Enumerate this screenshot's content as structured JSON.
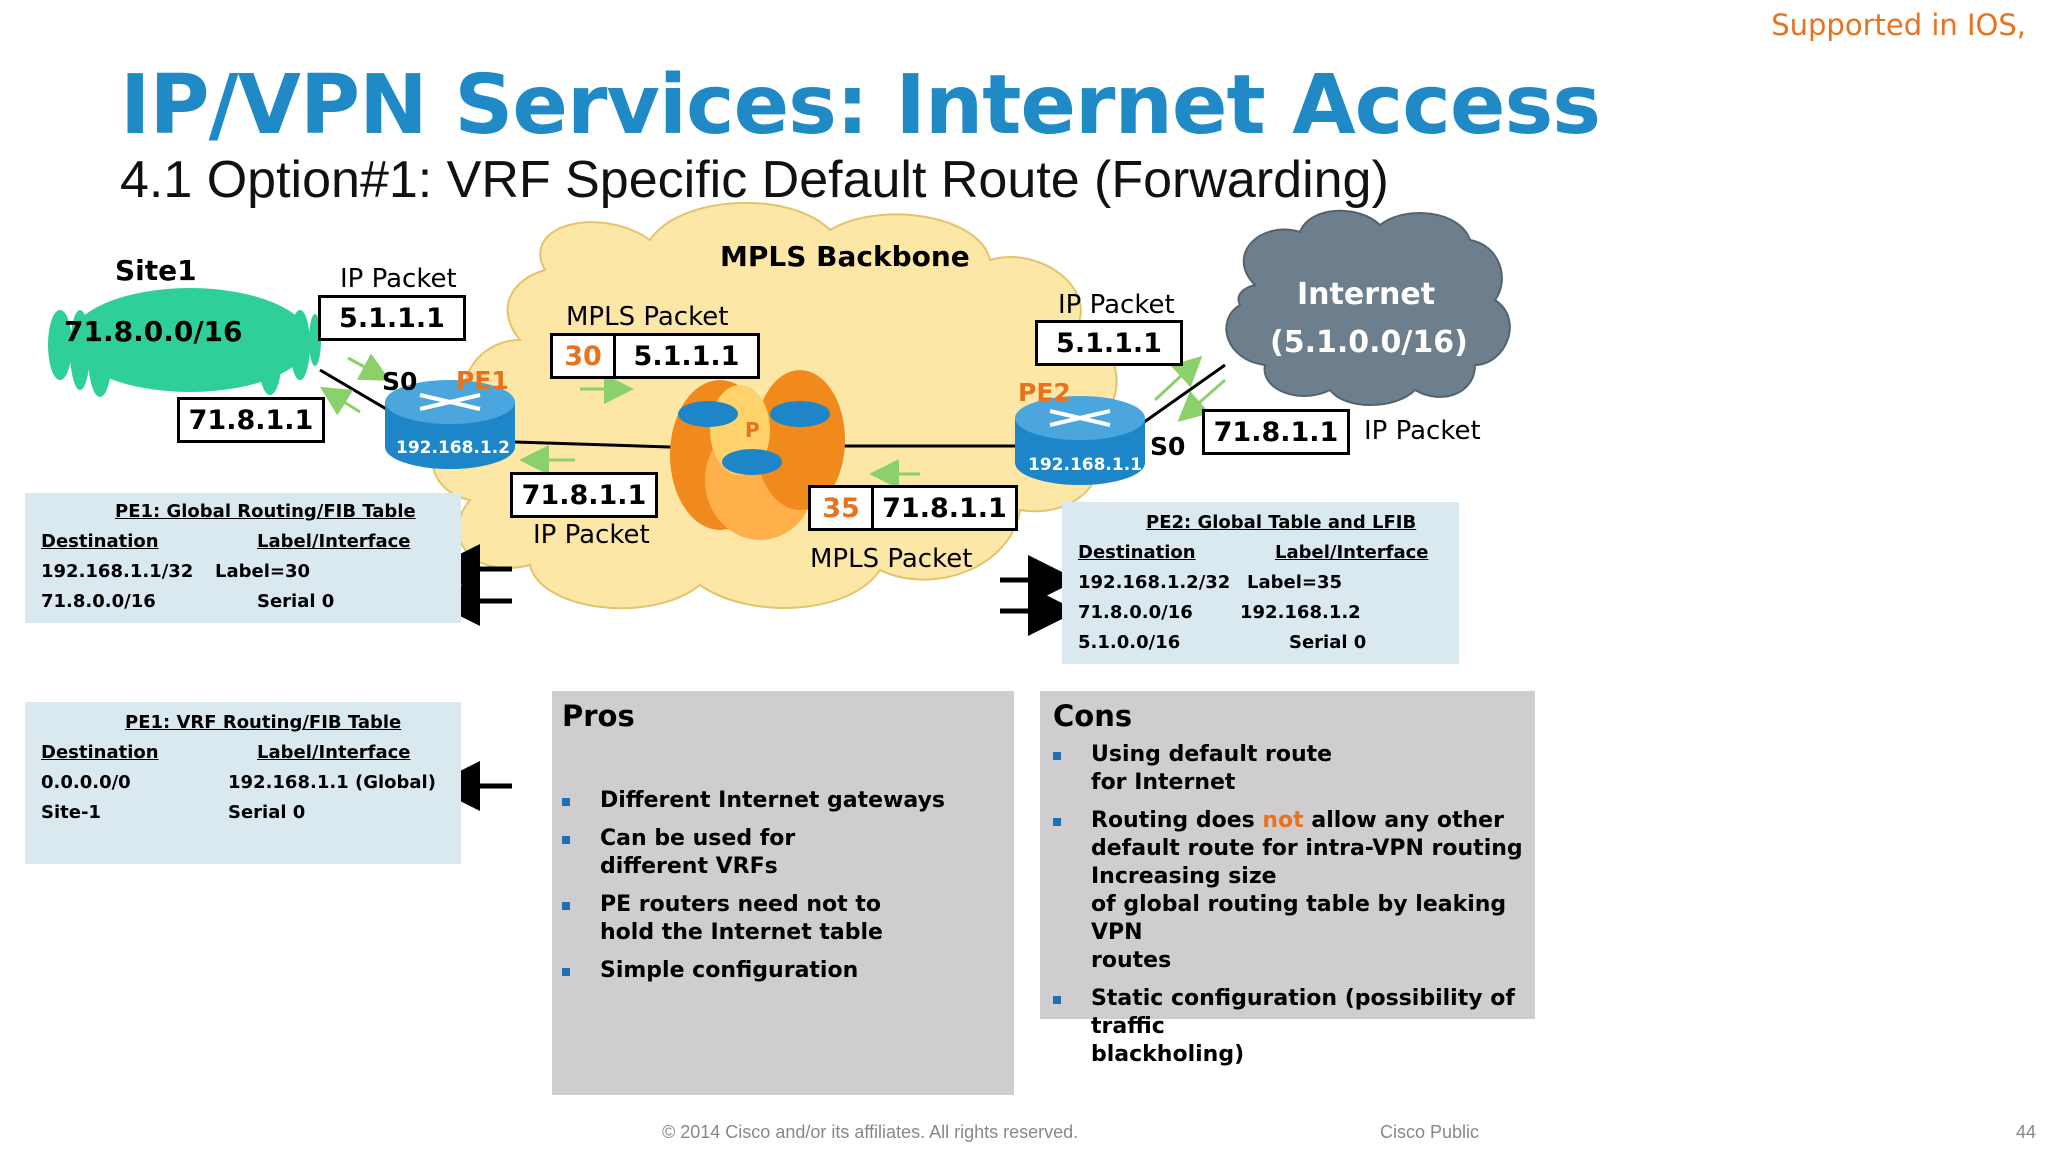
{
  "header": {
    "title": "IP/VPN Services: Internet Access",
    "subtitle": "4.1 Option#1: VRF Specific Default Route (Forwarding)",
    "supported_note": "Supported in IOS,"
  },
  "diagram": {
    "site1": {
      "label": "Site1",
      "network": "71.8.0.0/16",
      "host": "71.8.1.1"
    },
    "mpls_backbone": {
      "label": "MPLS Backbone"
    },
    "internet": {
      "label": "Internet",
      "network": "(5.1.0.0/16)"
    },
    "pe1": {
      "label": "PE1",
      "ip": "192.168.1.2",
      "interface": "S0"
    },
    "pe2": {
      "label": "PE2",
      "ip": "192.168.1.1",
      "interface": "S0"
    },
    "p_router": {
      "label": "P"
    },
    "packets": {
      "site1_ip_packet": {
        "caption": "IP Packet",
        "value": "5.1.1.1"
      },
      "pe1_mpls_packet": {
        "caption": "MPLS Packet",
        "label": "30",
        "value": "5.1.1.1"
      },
      "pe2_ip_packet": {
        "caption": "IP Packet",
        "value": "5.1.1.1"
      },
      "internet_return_packet": {
        "caption": "IP Packet",
        "value": "71.8.1.1"
      },
      "mpls_return_packet": {
        "caption": "MPLS Packet",
        "label": "35",
        "value": "71.8.1.1"
      },
      "pe1_return_packet": {
        "caption": "IP Packet",
        "value": "71.8.1.1"
      }
    }
  },
  "tables": {
    "pe1_global": {
      "title": "PE1: Global Routing/FIB Table",
      "headers": [
        "Destination",
        "Label/Interface"
      ],
      "rows": [
        [
          "192.168.1.1/32",
          "Label=30"
        ],
        [
          "71.8.0.0/16",
          "Serial 0"
        ]
      ]
    },
    "pe1_vrf": {
      "title": "PE1: VRF Routing/FIB Table",
      "headers": [
        "Destination",
        "Label/Interface"
      ],
      "rows": [
        [
          "0.0.0.0/0",
          "192.168.1.1 (Global)"
        ],
        [
          "Site-1",
          "Serial 0"
        ]
      ]
    },
    "pe2_global": {
      "title": "PE2: Global Table and LFIB",
      "headers": [
        "Destination",
        "Label/Interface"
      ],
      "rows": [
        [
          "192.168.1.2/32",
          "Label=35"
        ],
        [
          "71.8.0.0/16",
          "192.168.1.2"
        ],
        [
          "5.1.0.0/16",
          "Serial 0"
        ]
      ]
    }
  },
  "pros": {
    "heading": "Pros",
    "items": [
      "Different Internet gateways",
      "Can be used for\ndifferent VRFs",
      "PE routers need not to\nhold the Internet table",
      "Simple configuration"
    ]
  },
  "cons": {
    "heading": "Cons",
    "items": [
      {
        "text": "Using default route\nfor Internet"
      },
      {
        "before": "Routing does ",
        "highlight": "not",
        "after": " allow any other\ndefault route for intra-VPN routing\nIncreasing size\nof global routing table by leaking VPN\nroutes"
      },
      {
        "text": "Static configuration (possibility of traffic\nblackholing)"
      }
    ]
  },
  "footer": {
    "copyright": "© 2014 Cisco and/or its affiliates. All rights reserved.",
    "classification": "Cisco Public",
    "page_number": "44"
  },
  "colors": {
    "title_blue": "#1f8ac6",
    "accent_orange": "#e8731e",
    "backbone_fill": "#fde7a6",
    "internet_cloud": "#6d7f8c",
    "site_green": "#2fcf9a",
    "router_blue": "#1c86c8",
    "table_bg": "#d9e9ef",
    "panel_bg": "#cfcdcf",
    "arrow_green": "#8cd06b"
  }
}
